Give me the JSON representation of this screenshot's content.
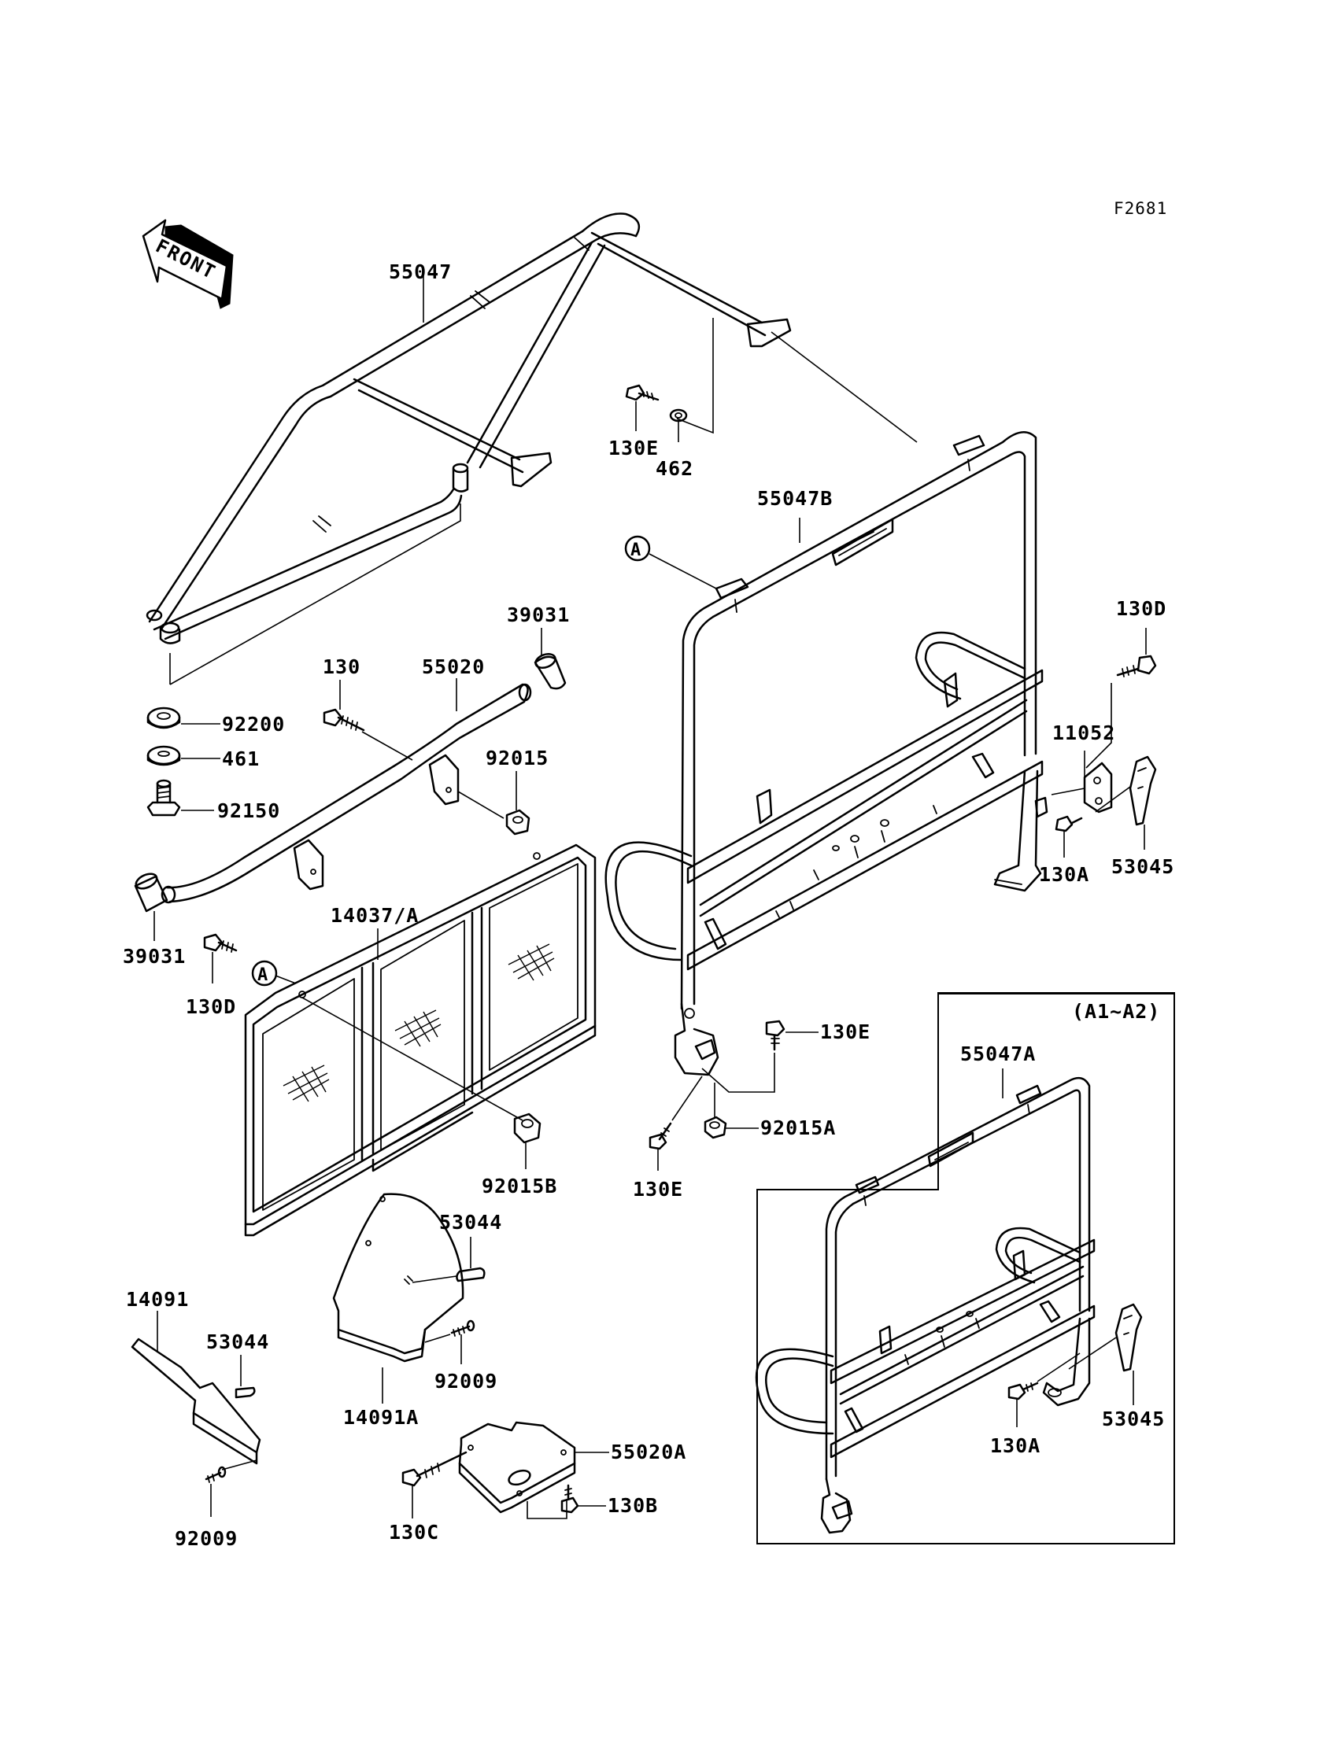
{
  "figure_ref": "F2681",
  "front_label": "FRONT",
  "inset_label": "(A1~A2)",
  "colors": {
    "ink": "#000000",
    "paper": "#ffffff"
  },
  "parts": {
    "p55047": "55047",
    "p130E_top": "130E",
    "p462": "462",
    "p55047B": "55047B",
    "p130D_right": "130D",
    "p11052": "11052",
    "p130A_main": "130A",
    "p53045_main": "53045",
    "p39031_top": "39031",
    "p130": "130",
    "p55020": "55020",
    "p92015": "92015",
    "p92200": "92200",
    "p461": "461",
    "p92150": "92150",
    "p39031_bottom": "39031",
    "p130D_left": "130D",
    "p14037A": "14037/A",
    "p130E_mid": "130E",
    "p92015A": "92015A",
    "p130E_low": "130E",
    "p92015B": "92015B",
    "p53044_mid": "53044",
    "p14091": "14091",
    "p53044_left": "53044",
    "p92009_mid": "92009",
    "p14091A": "14091A",
    "p92009_left": "92009",
    "p55020A": "55020A",
    "p130C": "130C",
    "p130B": "130B",
    "p55047A": "55047A",
    "p130A_inset": "130A",
    "p53045_inset": "53045"
  },
  "markers": {
    "ref_top": "A",
    "ref_mid": "A"
  }
}
